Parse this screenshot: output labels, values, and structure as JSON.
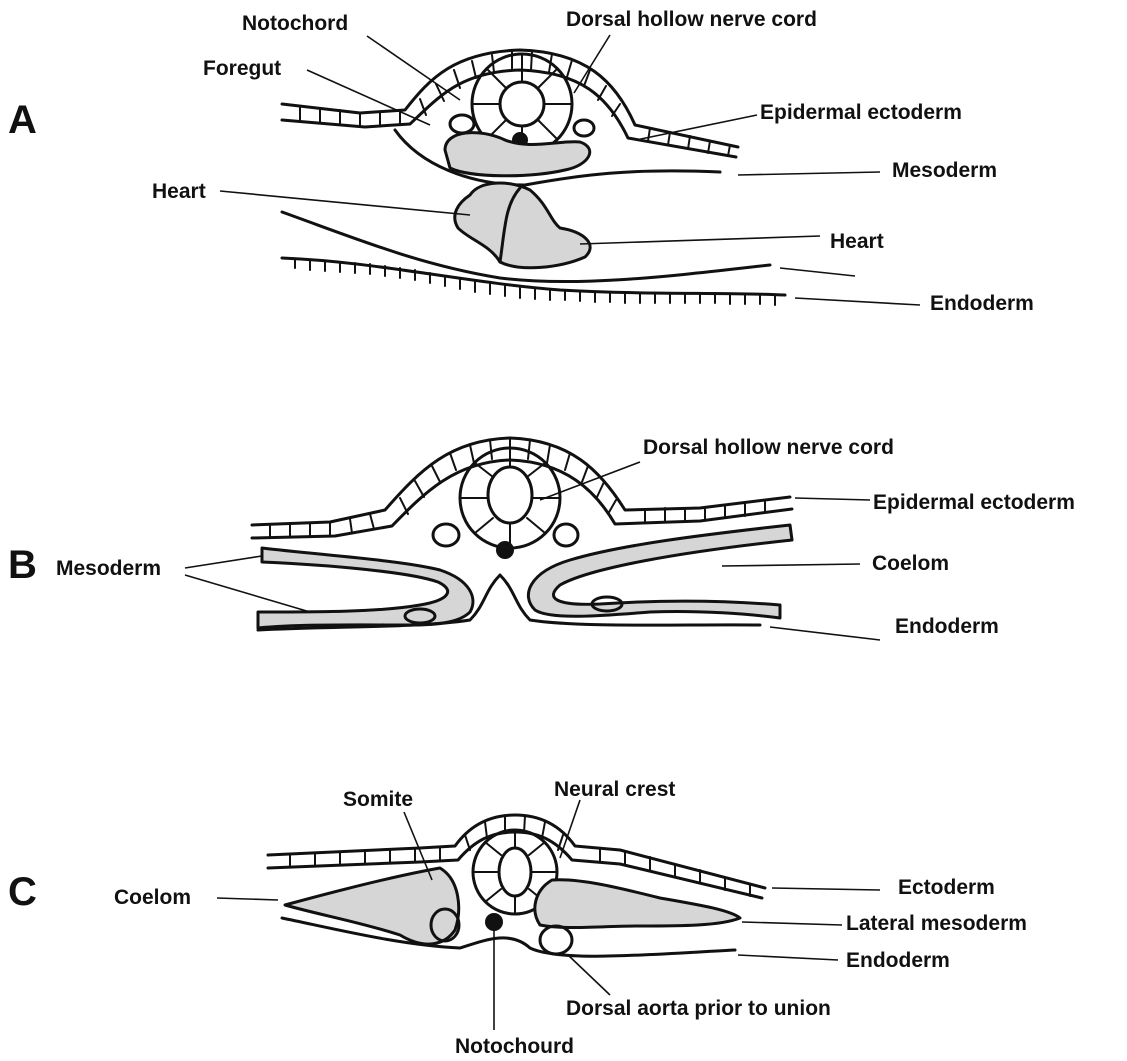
{
  "panels": {
    "a": {
      "letter": "A",
      "labels": {
        "notochord": "Notochord",
        "nerve_cord": "Dorsal hollow nerve cord",
        "foregut": "Foregut",
        "epidermal_ectoderm": "Epidermal ectoderm",
        "mesoderm": "Mesoderm",
        "heart_left": "Heart",
        "heart_right": "Heart",
        "endoderm": "Endoderm"
      }
    },
    "b": {
      "letter": "B",
      "labels": {
        "nerve_cord": "Dorsal hollow nerve cord",
        "epidermal_ectoderm": "Epidermal ectoderm",
        "mesoderm": "Mesoderm",
        "coelom": "Coelom",
        "endoderm": "Endoderm"
      }
    },
    "c": {
      "letter": "C",
      "labels": {
        "somite": "Somite",
        "neural_crest": "Neural crest",
        "coelom": "Coelom",
        "ectoderm": "Ectoderm",
        "lateral_mesoderm": "Lateral mesoderm",
        "endoderm": "Endoderm",
        "dorsal_aorta": "Dorsal aorta prior to union",
        "notochord": "Notochourd"
      }
    }
  }
}
